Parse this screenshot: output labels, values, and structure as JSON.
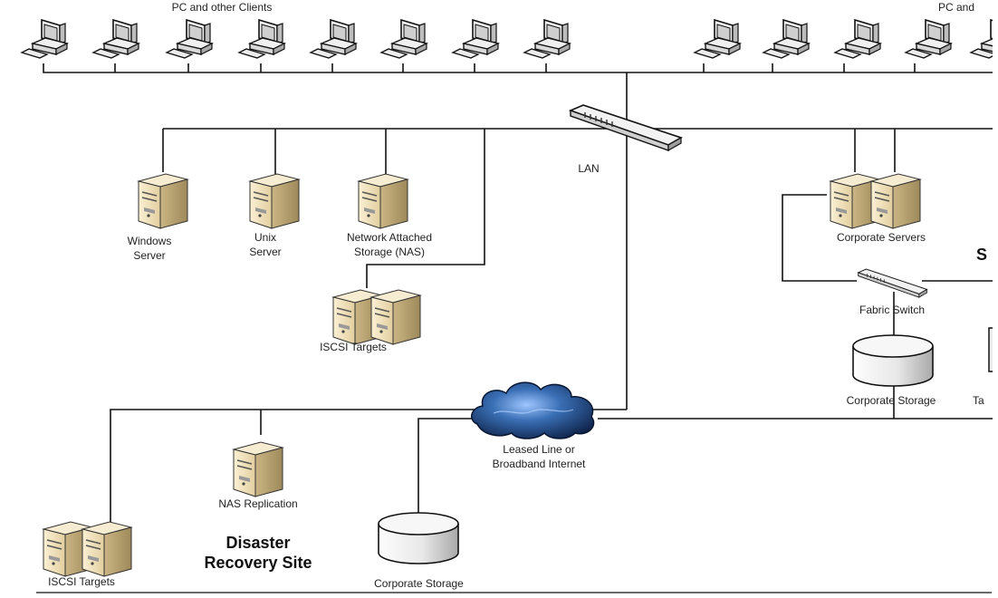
{
  "labels": {
    "clients_left": "PC and other Clients",
    "clients_right": "PC and",
    "lan": "LAN",
    "windows_server": "Windows\nServer",
    "unix_server": "Unix\nServer",
    "nas": "Network Attached\nStorage (NAS)",
    "iscsi_targets_top": "ISCSI Targets",
    "corporate_servers": "Corporate Servers",
    "fabric_switch": "Fabric Switch",
    "corporate_storage_right": "Corporate Storage",
    "tape_partial": "Ta",
    "site_partial": "S",
    "leased_line": "Leased Line or\nBroadband Internet",
    "nas_replication": "NAS Replication",
    "disaster_recovery": "Disaster\nRecovery Site",
    "iscsi_targets_bottom": "ISCSI Targets",
    "corporate_storage_bottom": "Corporate Storage"
  },
  "icons": [
    "pc-icon",
    "server-icon",
    "switch-icon",
    "storage-icon",
    "cloud-icon",
    "tape-icon"
  ]
}
